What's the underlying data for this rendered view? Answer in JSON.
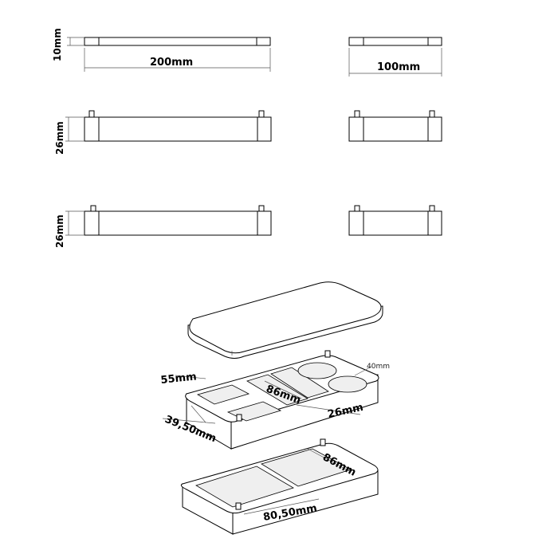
{
  "colors": {
    "line": "#000000",
    "background": "#ffffff",
    "leader": "#555555"
  },
  "orthographic": {
    "lid_thickness": "10mm",
    "lid_length": "200mm",
    "lid_width": "100mm",
    "middle_height": "26mm",
    "bottom_height": "26mm"
  },
  "isometric": {
    "compartment_length": "55mm",
    "compartment_width": "39,50mm",
    "long_compartment": "86mm",
    "tray_height": "26mm",
    "circle_diameter": "40mm",
    "bottom_long": "86mm",
    "bottom_short": "80,50mm"
  }
}
